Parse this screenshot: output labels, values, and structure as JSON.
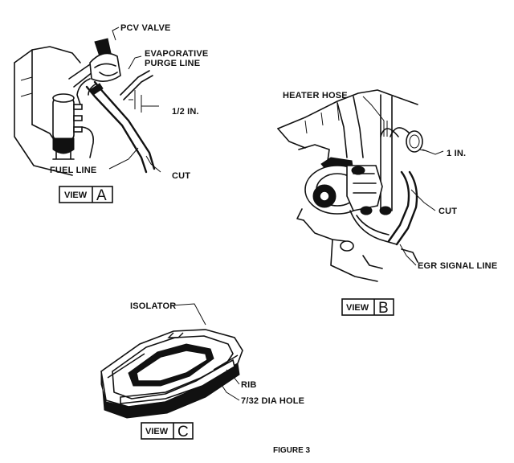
{
  "view_a": {
    "pcv_valve": "PCV VALVE",
    "evap_line1": "EVAPORATIVE",
    "evap_line2": "PURGE LINE",
    "half_inch": "1/2 IN.",
    "fuel_line": "FUEL LINE",
    "cut": "CUT",
    "view_word": "VIEW",
    "view_letter": "A"
  },
  "view_b": {
    "heater_hose": "HEATER HOSE",
    "one_inch": "1 IN.",
    "cut": "CUT",
    "egr_signal_line": "EGR SIGNAL LINE",
    "view_word": "VIEW",
    "view_letter": "B"
  },
  "view_c": {
    "isolator": "ISOLATOR",
    "rib": "RIB",
    "dia_hole": "7/32 DIA HOLE",
    "view_word": "VIEW",
    "view_letter": "C"
  },
  "figure_caption": "FIGURE 3"
}
